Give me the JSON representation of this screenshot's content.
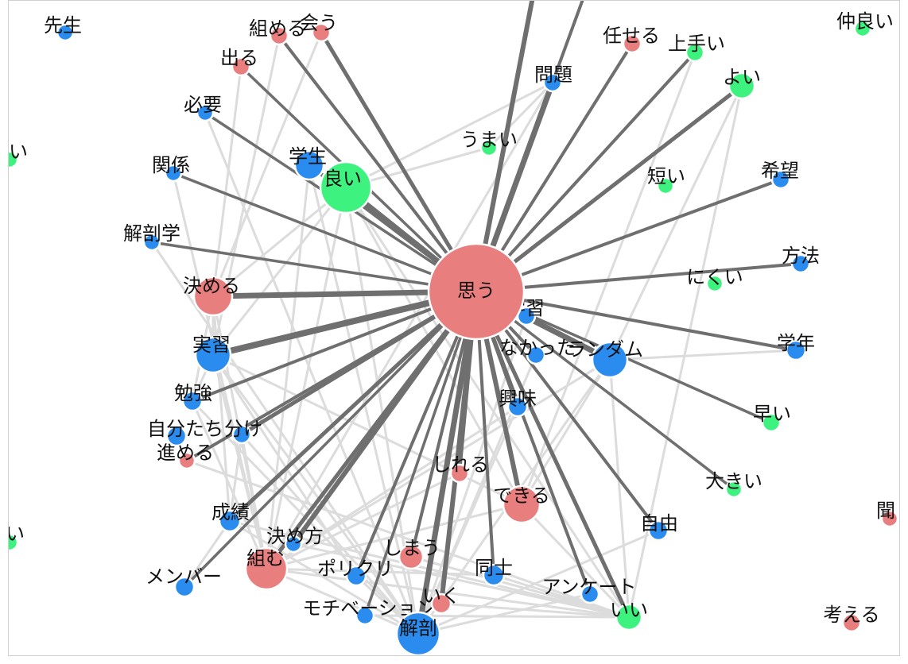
{
  "colors": {
    "noun": "#2b8cf0",
    "verb": "#e87e7e",
    "adjective": "#3df27f",
    "strong_edge": "#6f6f6f",
    "weak_edge": "#dcdcdc"
  },
  "hub": {
    "label": "思う"
  },
  "nodes": [
    {
      "id": "n_sensei",
      "label": "先生",
      "type": "noun"
    },
    {
      "id": "n_kumeru",
      "label": "組める",
      "type": "verb"
    },
    {
      "id": "n_au",
      "label": "会う",
      "type": "verb"
    },
    {
      "id": "n_deru",
      "label": "出る",
      "type": "verb"
    },
    {
      "id": "n_hitsuyou",
      "label": "必要",
      "type": "noun"
    },
    {
      "id": "n_kankei",
      "label": "関係",
      "type": "noun"
    },
    {
      "id": "n_gakusei",
      "label": "学生",
      "type": "noun"
    },
    {
      "id": "n_yoi_kanji",
      "label": "良い",
      "type": "adjective"
    },
    {
      "id": "n_left_i",
      "label": "い",
      "type": "adjective"
    },
    {
      "id": "n_kaibougaku",
      "label": "解剖学",
      "type": "noun"
    },
    {
      "id": "n_kimeru",
      "label": "決める",
      "type": "verb"
    },
    {
      "id": "n_jisshuu",
      "label": "実習",
      "type": "noun"
    },
    {
      "id": "n_benkyou",
      "label": "勉強",
      "type": "noun"
    },
    {
      "id": "n_jibuntachi",
      "label": "自分たち",
      "type": "noun"
    },
    {
      "id": "n_wake",
      "label": "分け",
      "type": "noun"
    },
    {
      "id": "n_susumeru",
      "label": "進める",
      "type": "verb"
    },
    {
      "id": "n_seiseki",
      "label": "成績",
      "type": "noun"
    },
    {
      "id": "n_kimekata",
      "label": "決め方",
      "type": "noun"
    },
    {
      "id": "n_kumu",
      "label": "組む",
      "type": "verb"
    },
    {
      "id": "n_member",
      "label": "メンバー",
      "type": "noun"
    },
    {
      "id": "n_left_i2",
      "label": "い",
      "type": "adjective"
    },
    {
      "id": "n_policy",
      "label": "ポリクリ",
      "type": "noun"
    },
    {
      "id": "n_motivation",
      "label": "モチベーション",
      "type": "noun"
    },
    {
      "id": "n_kaibou",
      "label": "解剖",
      "type": "noun"
    },
    {
      "id": "n_iku",
      "label": "いく",
      "type": "verb"
    },
    {
      "id": "n_shimau",
      "label": "しまう",
      "type": "verb"
    },
    {
      "id": "n_shireru",
      "label": "しれる",
      "type": "verb"
    },
    {
      "id": "n_dekiru",
      "label": "できる",
      "type": "verb"
    },
    {
      "id": "n_doushi",
      "label": "同士",
      "type": "noun"
    },
    {
      "id": "n_enquete",
      "label": "アンケート",
      "type": "noun"
    },
    {
      "id": "n_ii",
      "label": "いい",
      "type": "adjective"
    },
    {
      "id": "n_jiyuu",
      "label": "自由",
      "type": "noun"
    },
    {
      "id": "n_kyoumi",
      "label": "興味",
      "type": "noun"
    },
    {
      "id": "n_nakatta",
      "label": "なかった",
      "type": "noun"
    },
    {
      "id": "n_random",
      "label": "ランダム",
      "type": "noun"
    },
    {
      "id": "n_gakushuu",
      "label": "学習",
      "type": "noun"
    },
    {
      "id": "n_umai",
      "label": "うまい",
      "type": "adjective"
    },
    {
      "id": "n_mondai",
      "label": "問題",
      "type": "noun"
    },
    {
      "id": "n_makaseru",
      "label": "任せる",
      "type": "verb"
    },
    {
      "id": "n_jouzu",
      "label": "上手い",
      "type": "adjective"
    },
    {
      "id": "n_yoi",
      "label": "よい",
      "type": "adjective"
    },
    {
      "id": "n_nakayoi",
      "label": "仲良い",
      "type": "adjective"
    },
    {
      "id": "n_mijikai",
      "label": "短い",
      "type": "adjective"
    },
    {
      "id": "n_kibou",
      "label": "希望",
      "type": "noun"
    },
    {
      "id": "n_nikui",
      "label": "にくい",
      "type": "adjective"
    },
    {
      "id": "n_houhou",
      "label": "方法",
      "type": "noun"
    },
    {
      "id": "n_gakunen",
      "label": "学年",
      "type": "noun"
    },
    {
      "id": "n_hayai",
      "label": "早い",
      "type": "adjective"
    },
    {
      "id": "n_ookii",
      "label": "大きい",
      "type": "adjective"
    },
    {
      "id": "n_kiku",
      "label": "聞く",
      "type": "verb"
    },
    {
      "id": "n_kangaeru",
      "label": "考える",
      "type": "verb"
    }
  ]
}
